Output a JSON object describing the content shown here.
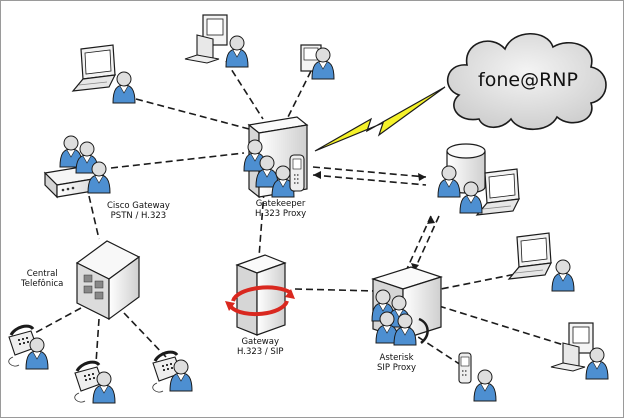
{
  "cloud": {
    "text": "fone@RNP"
  },
  "nodes": {
    "gatekeeper": {
      "line1": "Gatekeeper",
      "line2": "H.323 Proxy"
    },
    "cisco_gateway": {
      "line1": "Cisco Gateway",
      "line2": "PSTN / H.323"
    },
    "central": {
      "line1": "Central",
      "line2": "Telefônica"
    },
    "gateway_sip": {
      "line1": "Gateway",
      "line2": "H.323 / SIP"
    },
    "asterisk": {
      "line1": "Asterisk",
      "line2": "SIP Proxy"
    }
  },
  "colors": {
    "server": "#f2f2f2",
    "outline": "#222222",
    "person": "#4d8fd1",
    "person_head": "#dcdcdc",
    "cloud": "#e4e4e4",
    "lightning": "#f5f22a",
    "arrow_red": "#d9281f"
  },
  "icons": [
    "laptop-icon",
    "desktop-computer-icon",
    "person-icon",
    "server-icon",
    "cloud-icon",
    "lightning-icon",
    "telephone-icon",
    "mobile-phone-icon",
    "switch-icon",
    "gateway-icon"
  ]
}
